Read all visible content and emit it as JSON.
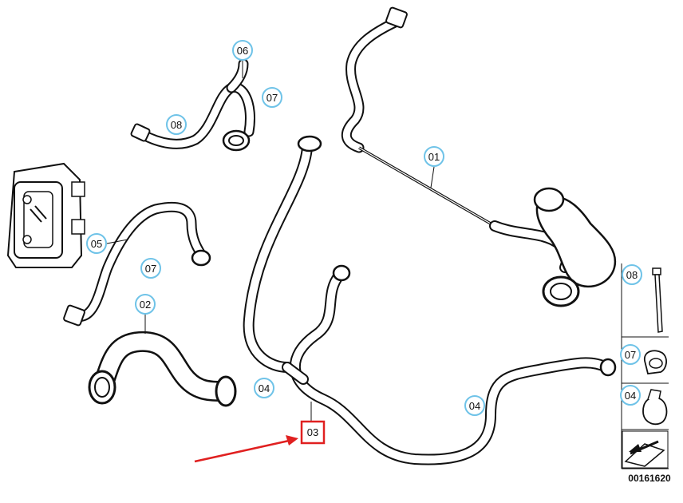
{
  "diagram": {
    "accent_color": "#6fc3e8",
    "highlight_color": "#e02020",
    "document_number": "00161620",
    "callouts": [
      {
        "id": "c06",
        "label": "06"
      },
      {
        "id": "c07a",
        "label": "07"
      },
      {
        "id": "c08a",
        "label": "08"
      },
      {
        "id": "c01",
        "label": "01"
      },
      {
        "id": "c05",
        "label": "05"
      },
      {
        "id": "c07b",
        "label": "07"
      },
      {
        "id": "c02",
        "label": "02"
      },
      {
        "id": "c04a",
        "label": "04"
      },
      {
        "id": "c04b",
        "label": "04"
      },
      {
        "id": "c03",
        "label": "03"
      }
    ],
    "legend": [
      {
        "id": "l08",
        "label": "08"
      },
      {
        "id": "l07",
        "label": "07"
      },
      {
        "id": "l04",
        "label": "04"
      }
    ]
  }
}
